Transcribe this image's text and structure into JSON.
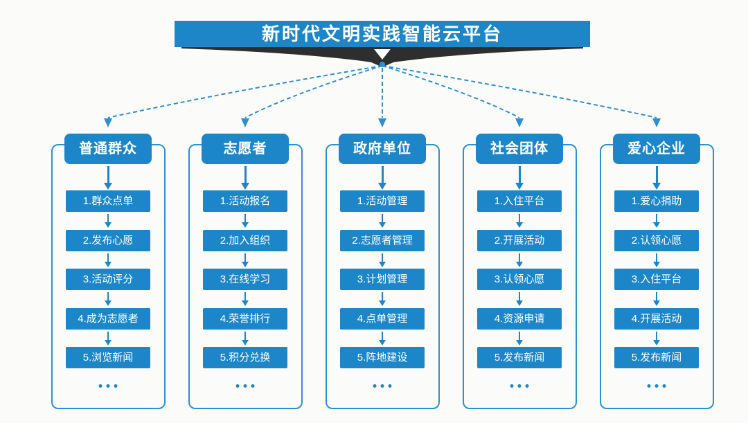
{
  "diagram": {
    "title": "新时代文明实践智能云平台",
    "ellipsis": "...",
    "colors": {
      "primary_blue": "#1d86c8",
      "connector_blue": "#2f8fce",
      "ribbon_dark": "#2e2e2e",
      "background": "#fbfbfa",
      "text_on_blue": "#ffffff"
    },
    "columns": [
      {
        "header": "普通群众",
        "steps": [
          "1.群众点单",
          "2.发布心愿",
          "3.活动评分",
          "4.成为志愿者",
          "5.浏览新闻"
        ]
      },
      {
        "header": "志愿者",
        "steps": [
          "1.活动报名",
          "2.加入组织",
          "3.在线学习",
          "4.荣誉排行",
          "5.积分兑换"
        ]
      },
      {
        "header": "政府单位",
        "steps": [
          "1.活动管理",
          "2.志愿者管理",
          "3.计划管理",
          "4.点单管理",
          "5.阵地建设"
        ]
      },
      {
        "header": "社会团体",
        "steps": [
          "1.入住平台",
          "2.开展活动",
          "3.认领心愿",
          "4.资源申请",
          "5.发布新闻"
        ]
      },
      {
        "header": "爱心企业",
        "steps": [
          "1.爱心捐助",
          "2.认领心愿",
          "3.入住平台",
          "4.开展活动",
          "5.发布新闻"
        ]
      }
    ]
  }
}
